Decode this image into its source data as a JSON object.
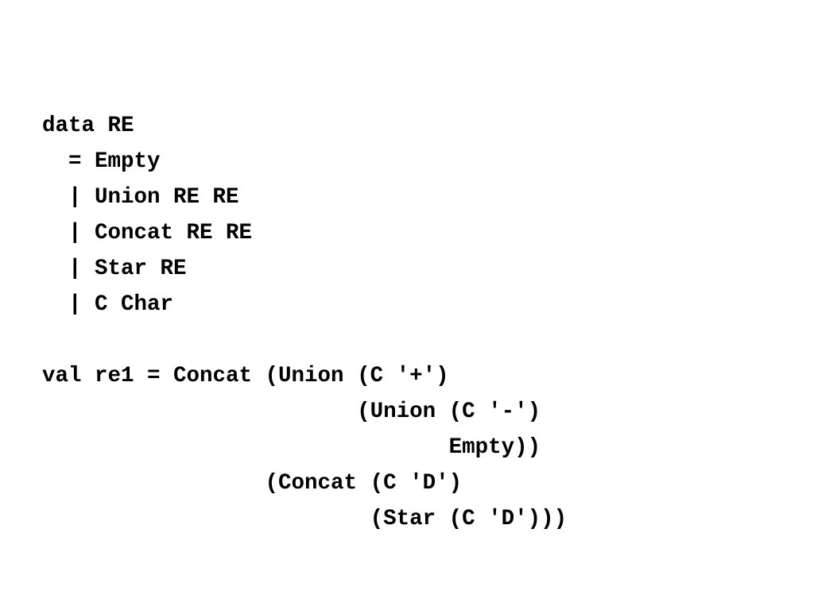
{
  "code": {
    "lines": [
      "data RE",
      "  = Empty",
      "  | Union RE RE",
      "  | Concat RE RE",
      "  | Star RE",
      "  | C Char",
      "",
      "val re1 = Concat (Union (C '+')",
      "                        (Union (C '-')",
      "                               Empty))",
      "                 (Concat (C 'D')",
      "                         (Star (C 'D')))"
    ]
  }
}
